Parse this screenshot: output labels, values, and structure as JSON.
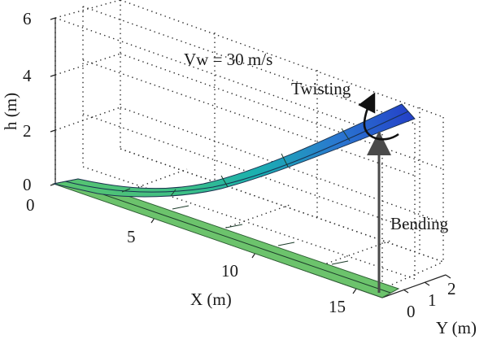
{
  "figure": {
    "vertical_axis_label": "h (m)",
    "x_axis_label": "X (m)",
    "y_axis_label": "Y (m)",
    "h_ticks": [
      "0",
      "2",
      "4",
      "6"
    ],
    "x_ticks": [
      "0",
      "5",
      "10",
      "15"
    ],
    "y_ticks": [
      "0",
      "1",
      "2"
    ],
    "wind_speed_label": "Vw = 30 m/s",
    "twisting_label": "Twisting",
    "bending_label": "Bending"
  },
  "colors": {
    "undeformed_beam": "#6cc36c",
    "deformed_start": "#5bc46e",
    "deformed_mid": "#1ab0b0",
    "deformed_end": "#2440c8",
    "arrow": "#4a4a4a"
  }
}
